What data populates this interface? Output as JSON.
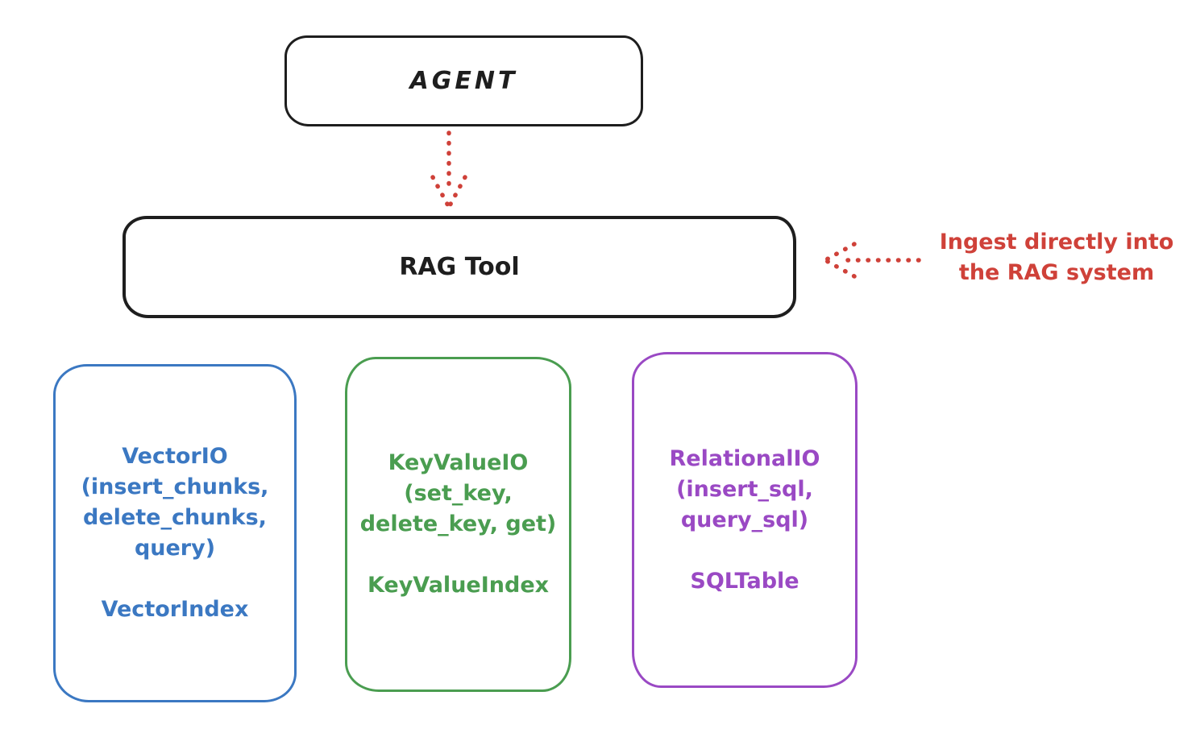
{
  "colors": {
    "background": "#ffffff",
    "ink": "#1e1e1e",
    "red": "#cf4139",
    "blue": "#3b78c2",
    "green": "#4a9d50",
    "purple": "#9a49c4"
  },
  "nodes": {
    "agent": {
      "label": "AGENT"
    },
    "rag_tool": {
      "label": "RAG Tool"
    }
  },
  "annotation": {
    "text": "Ingest directly into\nthe RAG system",
    "color": "#cf4139"
  },
  "arrows": [
    {
      "name": "agent-to-rag",
      "style": "dotted",
      "direction": "down",
      "color": "#cf4139"
    },
    {
      "name": "ingest-into-rag",
      "style": "dotted",
      "direction": "left",
      "color": "#cf4139"
    }
  ],
  "providers": [
    {
      "name": "vector-io",
      "color": "#3b78c2",
      "title": "VectorIO\n(insert_chunks,\ndelete_chunks,\nquery)",
      "index_label": "VectorIndex"
    },
    {
      "name": "key-value-io",
      "color": "#4a9d50",
      "title": "KeyValueIO\n(set_key,\ndelete_key, get)",
      "index_label": "KeyValueIndex"
    },
    {
      "name": "relational-io",
      "color": "#9a49c4",
      "title": "RelationalIO\n(insert_sql,\nquery_sql)",
      "index_label": "SQLTable"
    }
  ]
}
